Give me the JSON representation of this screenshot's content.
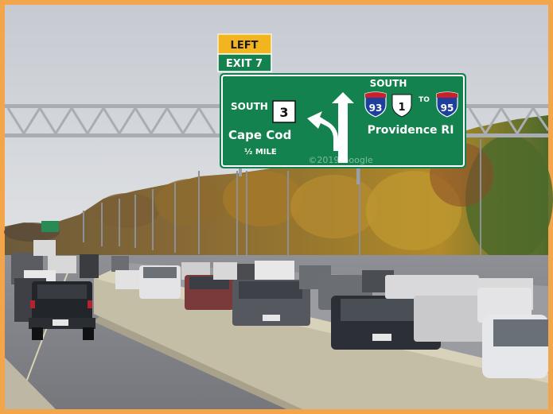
{
  "sign": {
    "tab_top": "LEFT",
    "tab_bottom": "EXIT 7",
    "left_direction": "SOUTH",
    "left_route": "3",
    "left_destination": "Cape Cod",
    "left_distance": "½ MILE",
    "right_direction": "SOUTH",
    "shield_1": "93",
    "shield_2": "1",
    "to_word": "TO",
    "shield_3": "95",
    "right_destination": "Providence RI"
  },
  "watermark": "©2019 Google",
  "colors": {
    "sign_green": "#14824e",
    "tab_yellow": "#f2b51e",
    "interstate_blue": "#1f3f9c",
    "interstate_red": "#c8202c",
    "sky": "#c9cdd3",
    "frame": "#f2a54a"
  }
}
